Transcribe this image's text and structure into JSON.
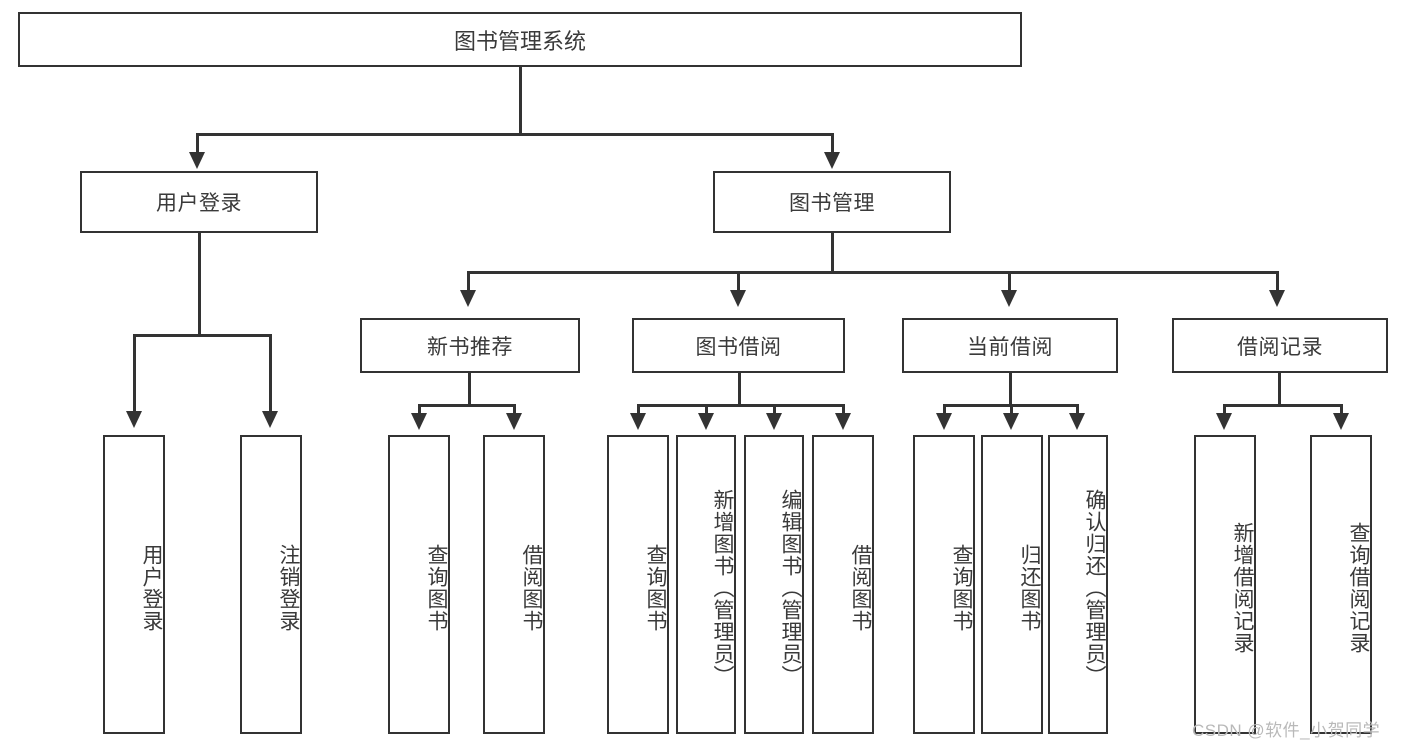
{
  "diagram": {
    "title": "图书管理系统",
    "type": "hierarchy-tree",
    "root": {
      "label": "图书管理系统"
    },
    "level1": [
      {
        "label": "用户登录"
      },
      {
        "label": "图书管理"
      }
    ],
    "level2": [
      {
        "label": "新书推荐"
      },
      {
        "label": "图书借阅"
      },
      {
        "label": "当前借阅"
      },
      {
        "label": "借阅记录"
      }
    ],
    "leaves": {
      "user_login": [
        {
          "label": "用户登录"
        },
        {
          "label": "注销登录"
        }
      ],
      "new_book_recommend": [
        {
          "label": "查询图书"
        },
        {
          "label": "借阅图书"
        }
      ],
      "book_borrow": [
        {
          "label": "查询图书"
        },
        {
          "label": "新增图书（管理员）"
        },
        {
          "label": "编辑图书（管理员）"
        },
        {
          "label": "借阅图书"
        }
      ],
      "current_borrow": [
        {
          "label": "查询图书"
        },
        {
          "label": "归还图书"
        },
        {
          "label": "确认归还（管理员）"
        }
      ],
      "borrow_record": [
        {
          "label": "新增借阅记录"
        },
        {
          "label": "查询借阅记录"
        }
      ]
    }
  },
  "watermark": {
    "text": "CSDN @软件_小贺同学"
  },
  "colors": {
    "border": "#333333",
    "text": "#3a3a3a",
    "background": "#ffffff",
    "watermark": "#b9b9b9"
  }
}
